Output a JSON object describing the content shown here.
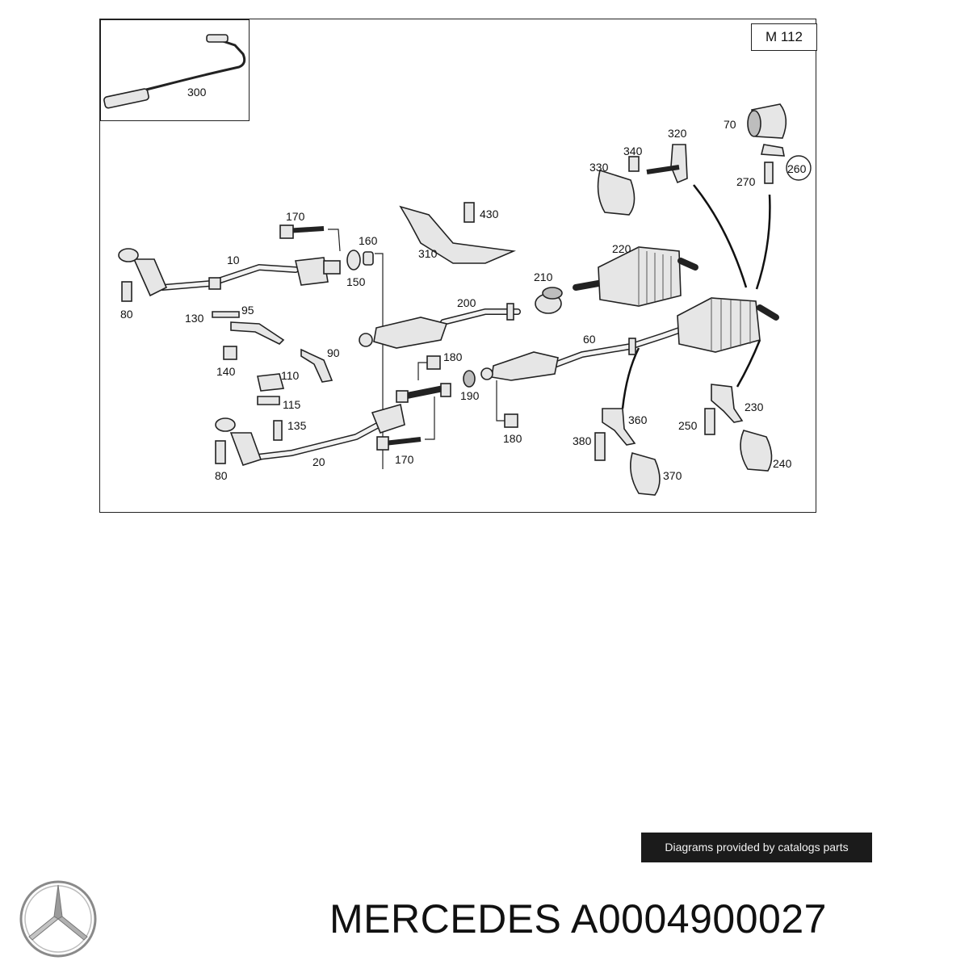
{
  "diagram": {
    "engine_code": "M 112",
    "callouts": {
      "c300": "300",
      "c70": "70",
      "c320": "320",
      "c340": "340",
      "c330": "330",
      "c260": "260",
      "c270": "270",
      "c170a": "170",
      "c430": "430",
      "c160": "160",
      "c10": "10",
      "c310": "310",
      "c220": "220",
      "c150": "150",
      "c210": "210",
      "c80a": "80",
      "c200": "200",
      "c130": "130",
      "c95": "95",
      "c60": "60",
      "c90": "90",
      "c180a": "180",
      "c140": "140",
      "c110": "110",
      "c190": "190",
      "c115": "115",
      "c360": "360",
      "c230": "230",
      "c135": "135",
      "c180b": "180",
      "c250": "250",
      "c380": "380",
      "c240": "240",
      "c20": "20",
      "c170b": "170",
      "c370": "370",
      "c80b": "80"
    }
  },
  "footer": {
    "provider_note": "Diagrams provided by catalogs parts",
    "brand": "MERCEDES",
    "part_number": "A0004900027",
    "logo_icon": "mercedes-star-icon"
  }
}
